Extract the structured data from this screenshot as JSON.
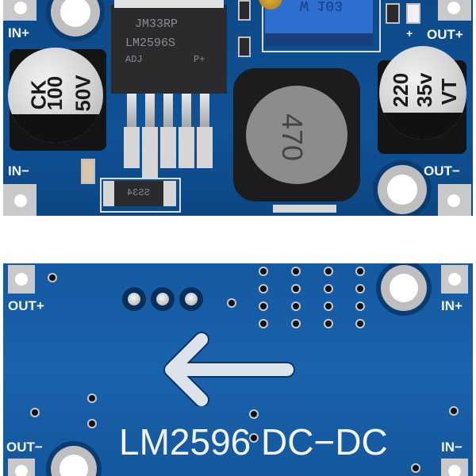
{
  "image": {
    "subject": "LM2596 DC-DC step-down buck converter module, top and bottom views",
    "background_color": "#ffffff",
    "pcb_color": "#0f4f8f"
  },
  "top_board": {
    "labels": {
      "in_plus": "IN+",
      "in_minus": "IN−",
      "out_plus": "OUT+",
      "out_minus": "OUT−",
      "led_plus": "+"
    },
    "regulator_ic": {
      "line1": "JM33RP",
      "line2": "LM2596S",
      "line3": "ADJ",
      "line4": "P+"
    },
    "input_capacitor": {
      "brand": "CK",
      "value": "100",
      "voltage": "50V"
    },
    "output_capacitor": {
      "value": "220",
      "voltage": "35v",
      "brand": "VT"
    },
    "inductor": {
      "marking": "470"
    },
    "diode": {
      "marking": "SS34"
    },
    "potentiometer": {
      "marking": "W 103"
    }
  },
  "bottom_board": {
    "labels": {
      "out_plus": "OUT+",
      "in_plus": "IN+",
      "out_minus": "OUT−",
      "in_minus": "IN−"
    },
    "title": "LM2596 DC−DC",
    "arrow_direction": "left"
  }
}
